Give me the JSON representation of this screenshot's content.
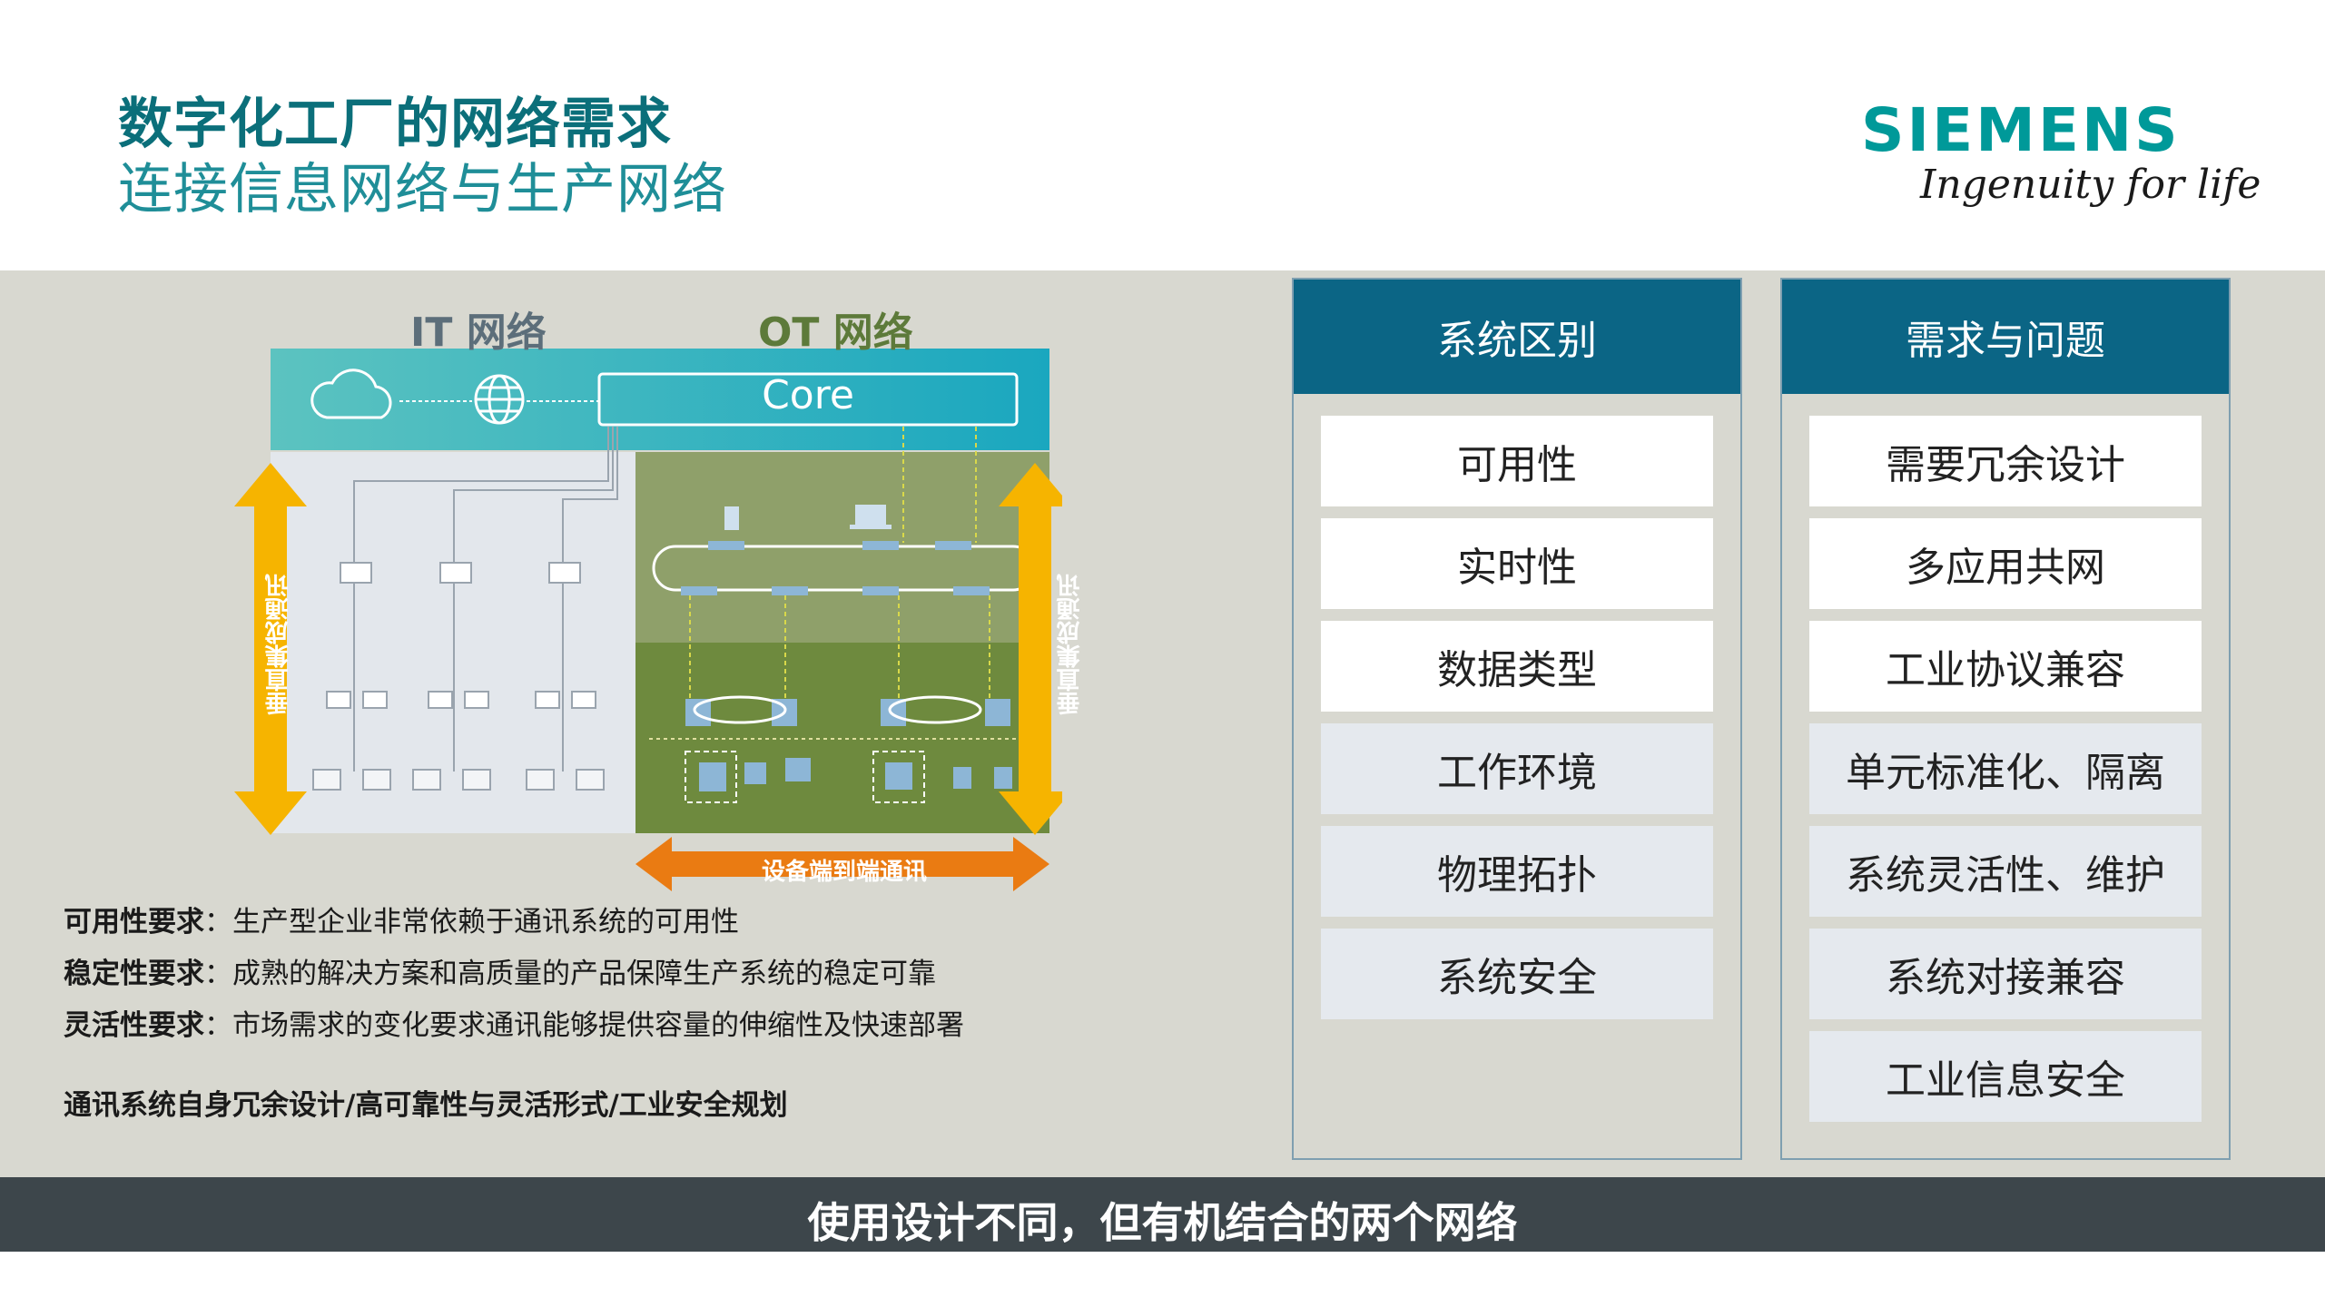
{
  "header": {
    "title_line1": "数字化工厂的网络需求",
    "title_line2": "连接信息网络与生产网络",
    "logo_word": "SIEMENS",
    "logo_tagline": "Ingenuity for life"
  },
  "diagram": {
    "it_label": "IT 网络",
    "ot_label": "OT 网络",
    "core_label": "Core",
    "vertical_label_left": "垂直集成通讯",
    "vertical_label_right": "垂直集成通讯",
    "e2e_label": "设备端到端通讯"
  },
  "requirements": [
    {
      "label": "可用性要求",
      "text": "生产型企业非常依赖于通讯系统的可用性"
    },
    {
      "label": "稳定性要求",
      "text": "成熟的解决方案和高质量的产品保障生产系统的稳定可靠"
    },
    {
      "label": "灵活性要求",
      "text": "市场需求的变化要求通讯能够提供容量的伸缩性及快速部署"
    }
  ],
  "summary": "通讯系统自身冗余设计/高可靠性与灵活形式/工业安全规划",
  "panel_system": {
    "title": "系统区别",
    "items": [
      "可用性",
      "实时性",
      "数据类型",
      "工作环境",
      "物理拓扑",
      "系统安全"
    ]
  },
  "panel_needs": {
    "title": "需求与问题",
    "items": [
      "需要冗余设计",
      "多应用共网",
      "工业协议兼容",
      "单元标准化、隔离",
      "系统灵活性、维护",
      "系统对接兼容",
      "工业信息安全"
    ]
  },
  "footer": "使用设计不同，但有机结合的两个网络",
  "colors": {
    "teal_title": "#0b6f7a",
    "siemens_teal": "#009999",
    "panel_header": "#0b6585",
    "band": "#d8d8d0",
    "footer": "#3d464b",
    "arrow_yellow": "#f6b400",
    "arrow_orange": "#ea7b12",
    "ot_green": "#6e8a3e"
  },
  "icons": [
    "cloud-icon",
    "globe-icon",
    "switch-icon",
    "pc-icon",
    "wifi-ap-icon",
    "laptop-icon"
  ]
}
